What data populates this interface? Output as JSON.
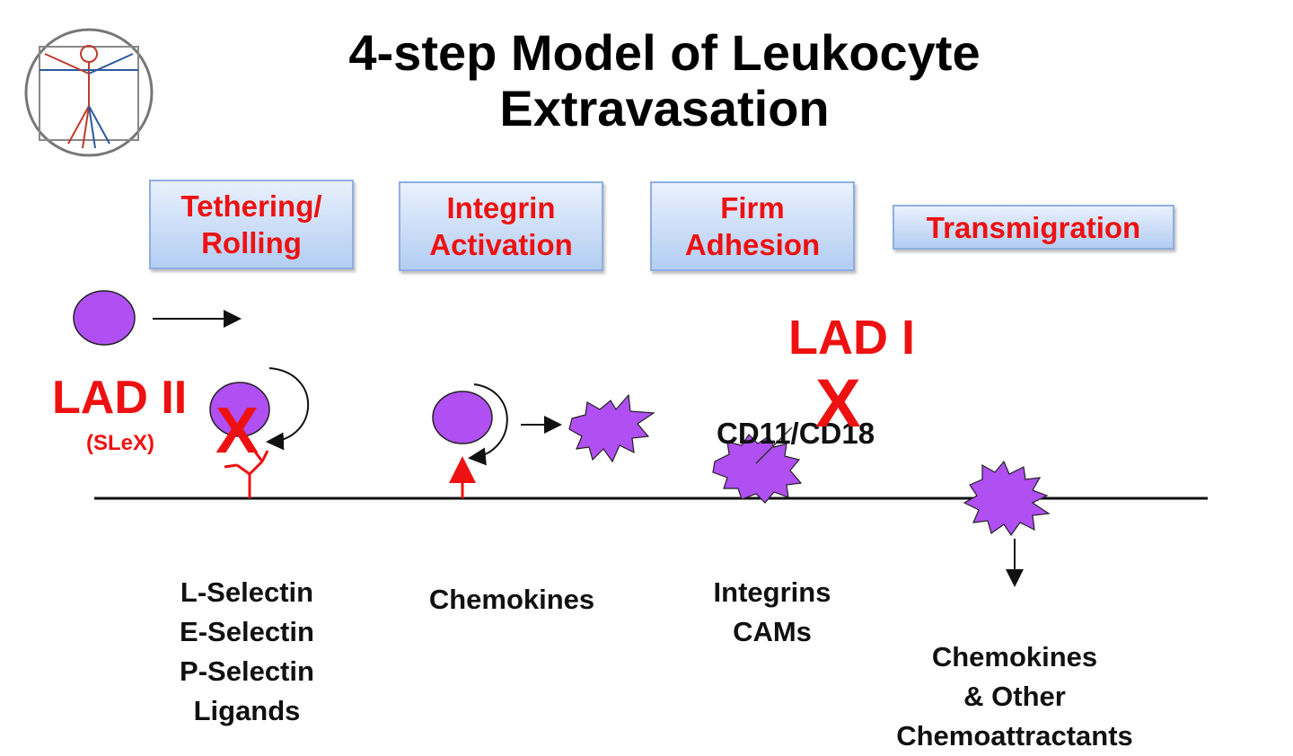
{
  "title": "4-step Model of Leukocyte\nExtravasation",
  "steps": [
    "Tethering/\nRolling",
    "Integrin\nActivation",
    "Firm\nAdhesion",
    "Transmigration"
  ],
  "labels": {
    "selectins": "L-Selectin\nE-Selectin\nP-Selectin\nLigands",
    "chemokines": "Chemokines",
    "integrins": "Integrins\nCAMs",
    "chemoattractants": "Chemokines\n& Other\nChemoattractants"
  },
  "lad2": {
    "name": "LAD II",
    "sub": "(SLeX)",
    "mark": "X"
  },
  "lad1": {
    "name": "LAD I",
    "mark": "X"
  },
  "cd_label": "CD11/CD18",
  "colors": {
    "cell": "#b04ff2",
    "accent_red": "#ee1111",
    "box_border": "#8eaee0"
  },
  "icons": {
    "logo": "vitruvian-man-icon"
  }
}
